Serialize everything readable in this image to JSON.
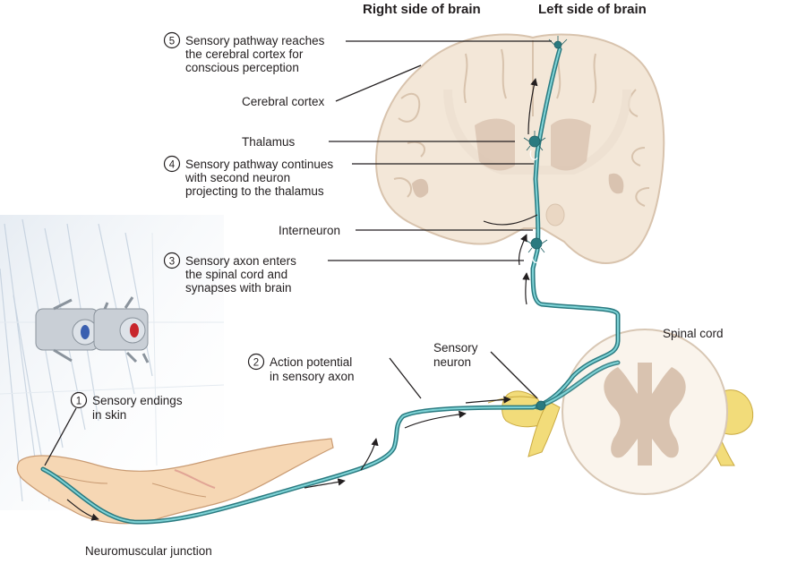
{
  "headers": {
    "right_side": "Right side of brain",
    "left_side": "Left side of brain"
  },
  "steps": [
    {
      "number": "1",
      "lines": [
        "Sensory endings",
        "in skin"
      ]
    },
    {
      "number": "2",
      "lines": [
        "Action potential",
        "in sensory axon"
      ]
    },
    {
      "number": "3",
      "lines": [
        "Sensory axon enters",
        "the spinal cord and",
        "synapses with brain"
      ]
    },
    {
      "number": "4",
      "lines": [
        "Sensory pathway continues",
        "with second neuron",
        "projecting to the thalamus"
      ]
    },
    {
      "number": "5",
      "lines": [
        "Sensory pathway reaches",
        "the cerebral cortex for",
        "conscious perception"
      ]
    }
  ],
  "labels": {
    "cerebral_cortex": "Cerebral cortex",
    "thalamus": "Thalamus",
    "interneuron": "Interneuron",
    "spinal_cord": "Spinal cord",
    "sensory_neuron": [
      "Sensory",
      "neuron"
    ],
    "neuromuscular_junction": "Neuromuscular junction"
  },
  "colors": {
    "axon": "#2a7a80",
    "brain_tissue": "#f3e7d8",
    "white_matter": "#faf4ec",
    "gray_matter": "#d9c3b0",
    "skin": "#f6d7b4",
    "nerve": "#f2dc7a"
  },
  "icons": [
    "shower-faucet-hot-icon",
    "shower-faucet-cold-icon"
  ]
}
